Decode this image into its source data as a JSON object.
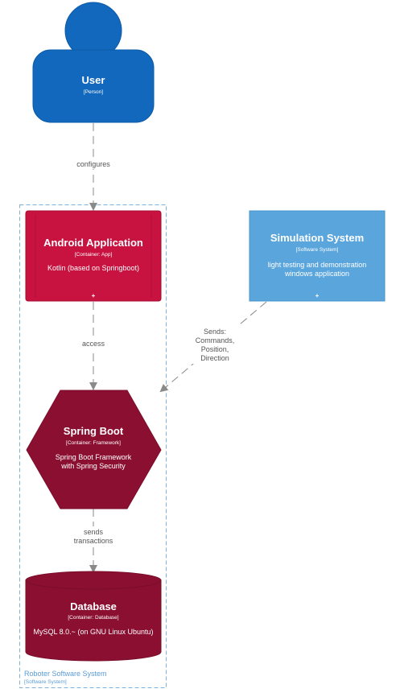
{
  "colors": {
    "person": "#1168bd",
    "person_stroke": "#0d5aa8",
    "container_app": "#c8123f",
    "container_app_stroke": "#a30d33",
    "container_dark": "#8b0f31",
    "software_system": "#5aa5dc",
    "boundary": "#7fb2db",
    "relationship": "#8a8a8a",
    "label_text": "#555555"
  },
  "user": {
    "name": "User",
    "type": "[Person]"
  },
  "android": {
    "name": "Android Application",
    "type": "[Container: App]",
    "description": "Kotlin (based on Springboot)",
    "expand": "+"
  },
  "simulation": {
    "name": "Simulation System",
    "type": "[Software System]",
    "description_line1": "light testing and demonstration",
    "description_line2": "windows application",
    "expand": "+"
  },
  "spring": {
    "name": "Spring Boot",
    "type": "[Container: Framework]",
    "description_line1": "Spring Boot Framework",
    "description_line2": "with Spring Security"
  },
  "database": {
    "name": "Database",
    "type": "[Container: Database]",
    "description": "MySQL 8.0.~ (on GNU Linux Ubuntu)"
  },
  "boundary": {
    "name": "Roboter Software System",
    "type": "[Software System]"
  },
  "relations": {
    "configures": "configures",
    "access": "access",
    "sends_line1": "Sends:",
    "sends_line2": "Commands,",
    "sends_line3": "Position,",
    "sends_line4": "Direction",
    "transactions_line1": "sends",
    "transactions_line2": "transactions"
  }
}
